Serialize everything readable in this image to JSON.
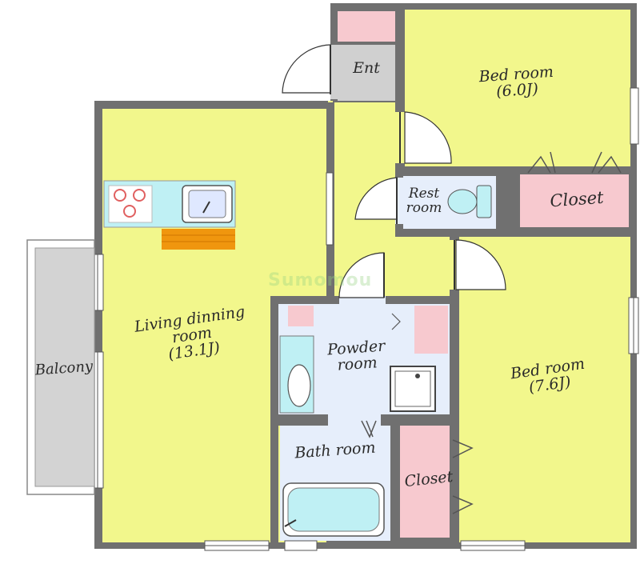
{
  "rooms": {
    "entrance": {
      "name": "Ent"
    },
    "bedroom_a": {
      "name": "Bed room",
      "size": "(6.0J)"
    },
    "restroom": {
      "line1": "Rest",
      "line2": "room"
    },
    "closet_a": {
      "name": "Closet"
    },
    "living": {
      "line1": "Living dinning",
      "line2": "room",
      "size": "(13.1J)"
    },
    "balcony": {
      "name": "Balcony"
    },
    "powder": {
      "line1": "Powder",
      "line2": "room"
    },
    "bedroom_b": {
      "name": "Bed room",
      "size": "(7.6J)"
    },
    "bath": {
      "name": "Bath room"
    },
    "closet_b": {
      "name": "Closet"
    }
  },
  "watermark": "Sumomou",
  "colors": {
    "room_fill": "#f2f78c",
    "wall": "#707070",
    "closet_fill": "#f7c9cf",
    "entrance_fill": "#d0d0d0",
    "wet_area_fill": "#e6eefb",
    "balcony_fill": "#d3d3d3",
    "kitchen_counter": "#bff0f4",
    "kitchen_board": "#f0960e"
  }
}
